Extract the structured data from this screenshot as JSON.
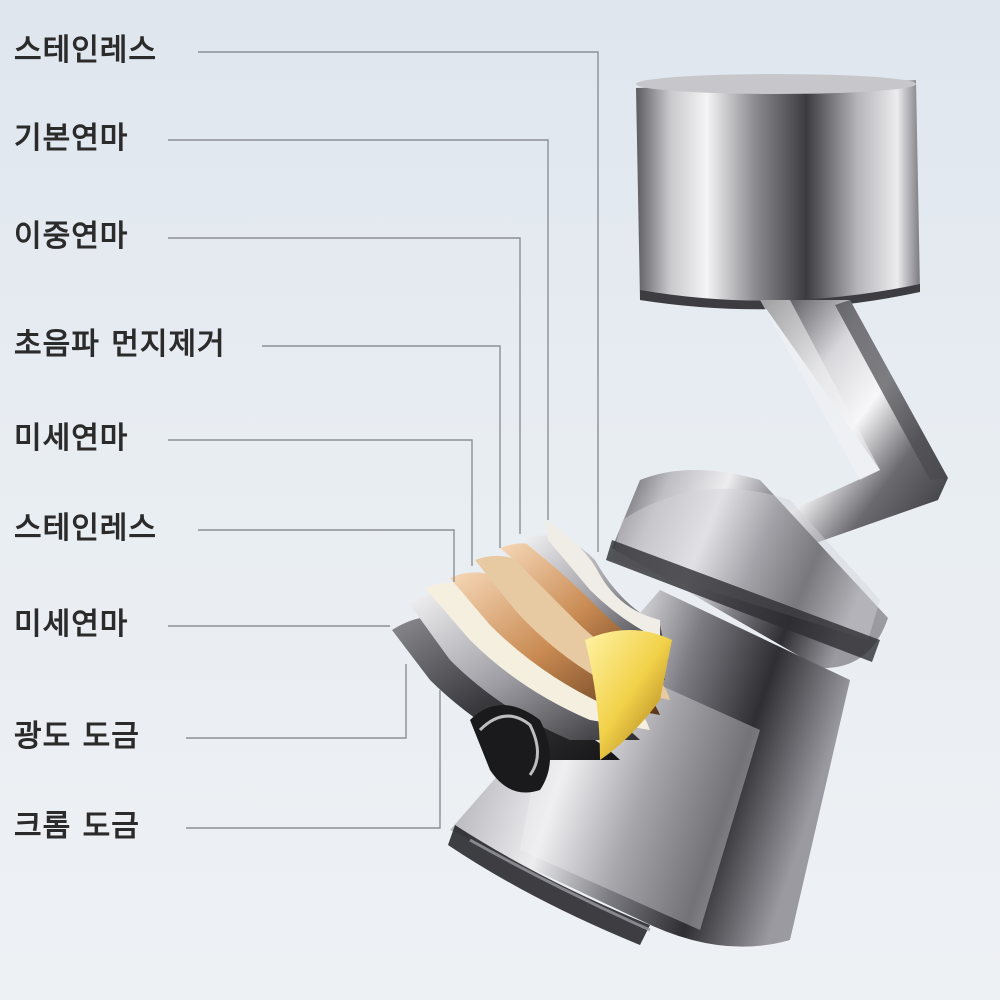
{
  "labels": [
    "스테인레스",
    "기본연마",
    "이중연마",
    "초음파 먼지제거",
    "미세연마",
    "스테인레스",
    "미세연마",
    "광도 도금",
    "크롬 도금"
  ],
  "colors": {
    "background": "#e4eaf0",
    "label_text": "#2b2b2b",
    "leader_line": "#8c9096",
    "layer_gold": "#f2d24a"
  }
}
